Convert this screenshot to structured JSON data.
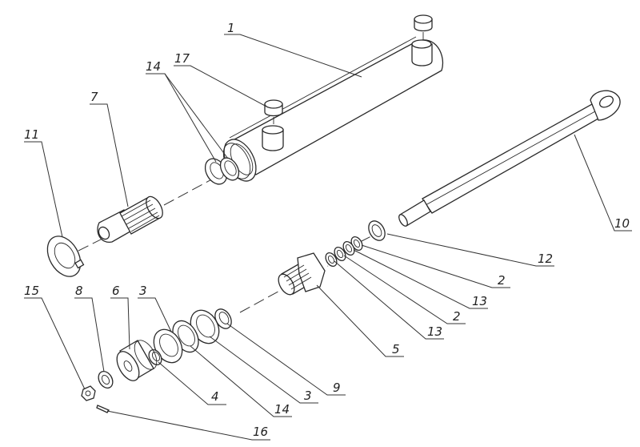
{
  "labels": {
    "l1": "1",
    "l2a": "2",
    "l2b": "2",
    "l3a": "3",
    "l3b": "3",
    "l4": "4",
    "l5": "5",
    "l6": "6",
    "l7": "7",
    "l8": "8",
    "l9": "9",
    "l10": "10",
    "l11": "11",
    "l12": "12",
    "l13a": "13",
    "l13b": "13",
    "l14a": "14",
    "l14b": "14",
    "l15": "15",
    "l16": "16",
    "l17": "17"
  }
}
